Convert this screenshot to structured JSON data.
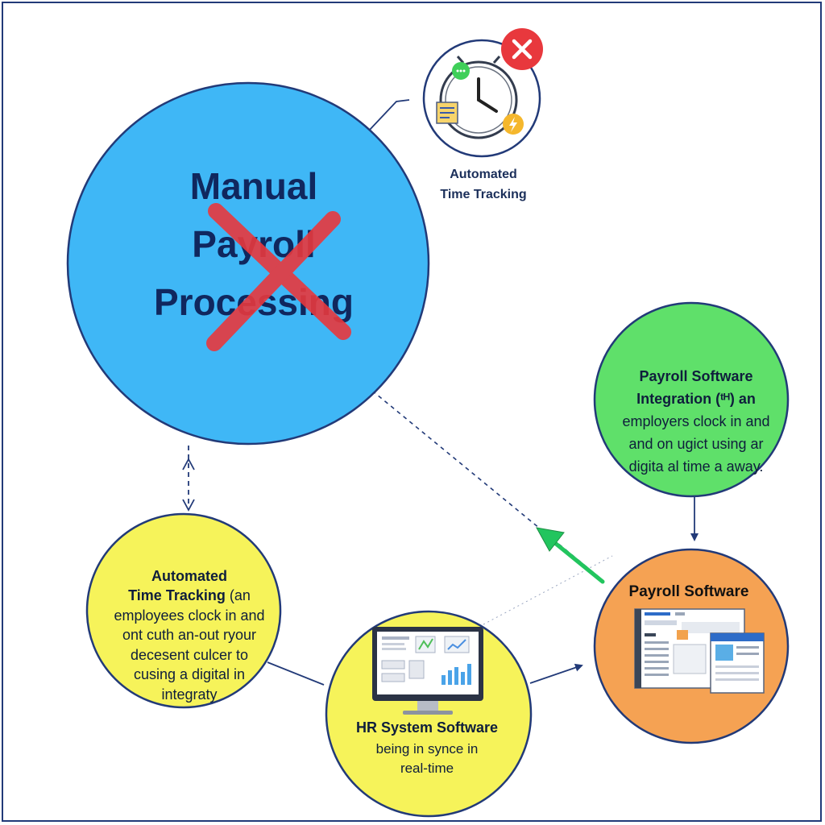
{
  "manual_node": {
    "title": "Manual\nPayroll\nProcessing"
  },
  "clock_node": {
    "title": "Automated\nTime Tracking"
  },
  "green_node": {
    "title": "Payroll Software\nIntegration (ᵗᴴ) an",
    "body": "employers clock in and\nand on ugict using ar\ndigita al time a away."
  },
  "yellow_node": {
    "title": "Automated\nTime Tracking",
    "body": " (an\nemployees clock in and\nont cuth an-out ryour\ndecesent culcer to\ncusing a digital in\nintegraty"
  },
  "hr_node": {
    "title": "HR System Software",
    "subtitle": "being in synce in\nreal-time"
  },
  "payroll_node": {
    "title": "Payroll Software"
  },
  "colors": {
    "border": "#223a78",
    "blue": "#3fb7f6",
    "green": "#5fe06a",
    "yellow": "#f6f35a",
    "orange": "#f5a253",
    "cross": "#e8383d",
    "arrow_green": "#22c55e"
  }
}
